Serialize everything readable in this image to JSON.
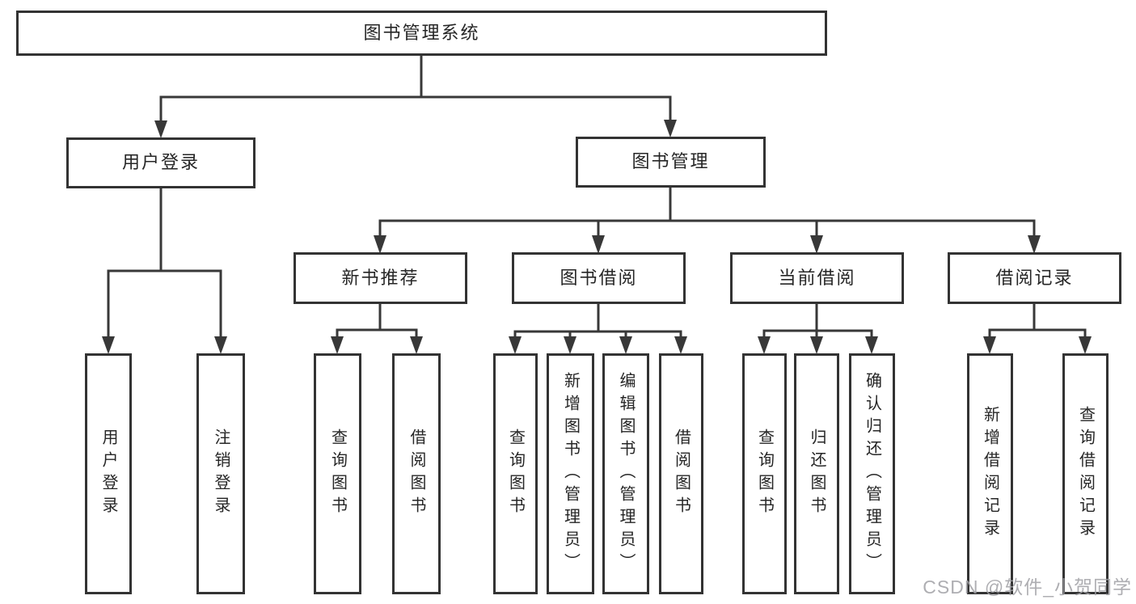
{
  "diagram": {
    "root": {
      "label": "图书管理系统"
    },
    "children": [
      {
        "label": "用户登录",
        "children": [
          {
            "label": "用户登录"
          },
          {
            "label": "注销登录"
          }
        ]
      },
      {
        "label": "图书管理",
        "children": [
          {
            "label": "新书推荐",
            "children": [
              {
                "label": "查询图书"
              },
              {
                "label": "借阅图书"
              }
            ]
          },
          {
            "label": "图书借阅",
            "children": [
              {
                "label": "查询图书"
              },
              {
                "label": "新增图书（管理员）"
              },
              {
                "label": "编辑图书（管理员）"
              },
              {
                "label": "借阅图书"
              }
            ]
          },
          {
            "label": "当前借阅",
            "children": [
              {
                "label": "查询图书"
              },
              {
                "label": "归还图书"
              },
              {
                "label": "确认归还（管理员）"
              }
            ]
          },
          {
            "label": "借阅记录",
            "children": [
              {
                "label": "新增借阅记录"
              },
              {
                "label": "查询借阅记录"
              }
            ]
          }
        ]
      }
    ],
    "colors": {
      "line": "#383838",
      "box_border": "#333333",
      "text": "#262626",
      "background": "#ffffff",
      "watermark": "#a0a0a5"
    }
  },
  "watermark": {
    "text": "CSDN @软件_小贺同学"
  }
}
